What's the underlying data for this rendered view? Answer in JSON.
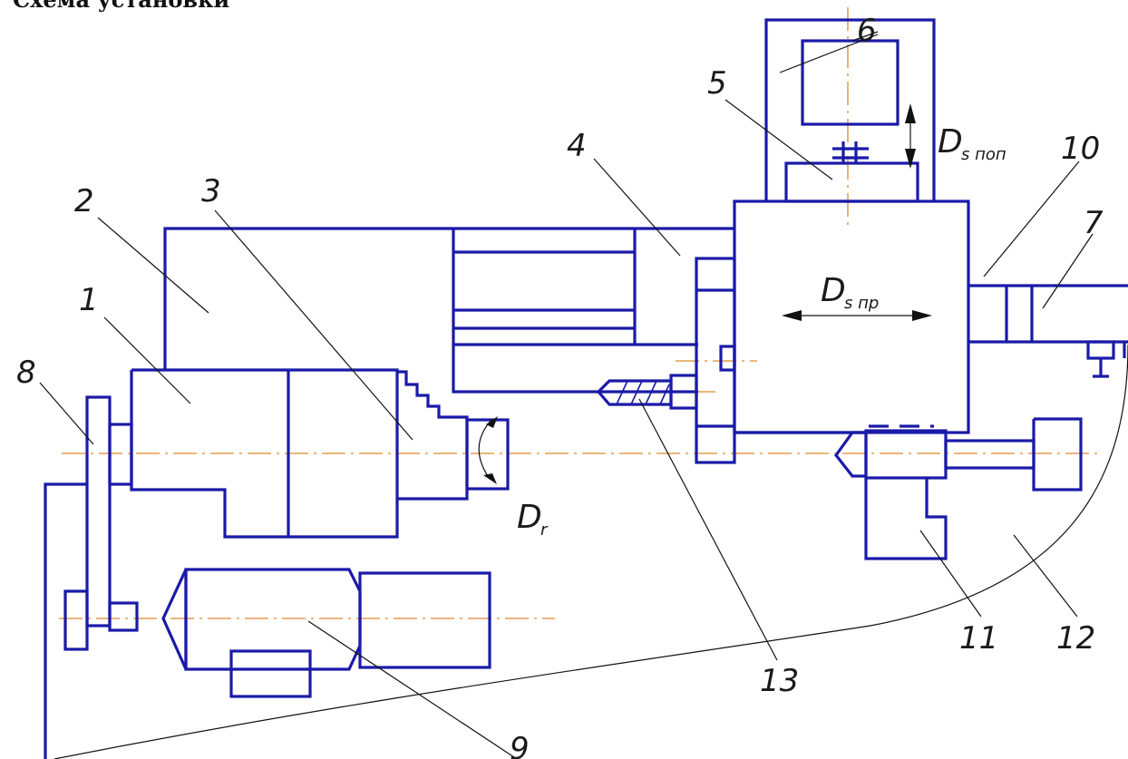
{
  "caption": "Схема установки",
  "labels": {
    "n1": "1",
    "n2": "2",
    "n3": "3",
    "n4": "4",
    "n5": "5",
    "n6": "6",
    "n7": "7",
    "n8": "8",
    "n9": "9",
    "n10": "10",
    "n11": "11",
    "n12": "12",
    "n13": "13"
  },
  "motions": {
    "dr_main": "D",
    "dr_sub": "r",
    "dspop_main": "D",
    "dspop_sub": "s поп",
    "dspr_main": "D",
    "dspr_sub": "s пр"
  },
  "colors": {
    "part": "#1a1aa8",
    "axis": "#e0862a",
    "leader": "#111111"
  }
}
